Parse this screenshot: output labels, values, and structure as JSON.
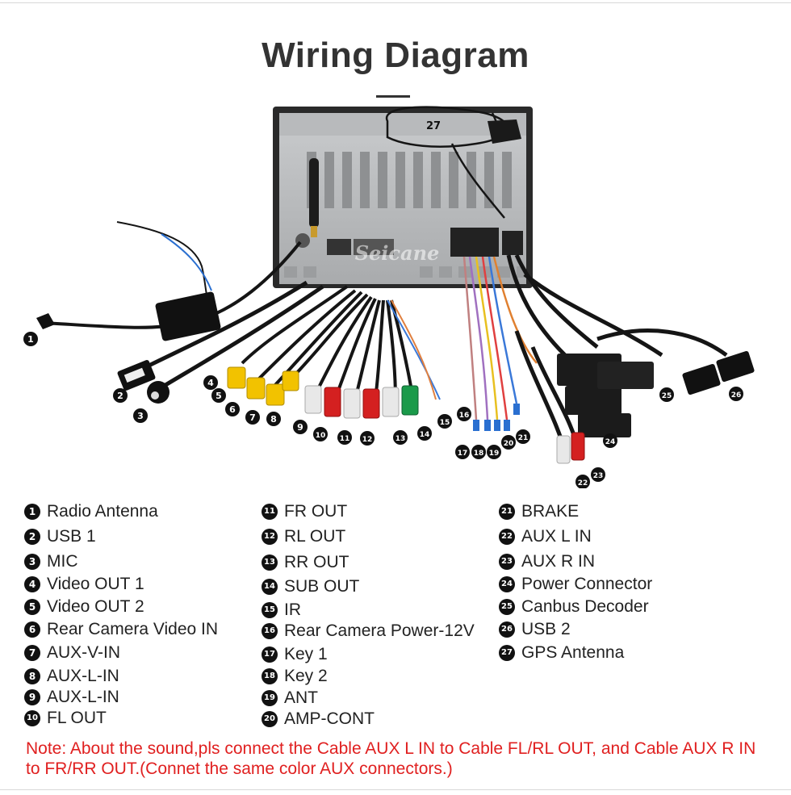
{
  "title": "Wiring Diagram",
  "brand_watermark": "Seicane",
  "diagram": {
    "callouts": [
      "1",
      "2",
      "3",
      "4",
      "5",
      "6",
      "7",
      "8",
      "9",
      "10",
      "11",
      "12",
      "13",
      "14",
      "15",
      "16",
      "17",
      "18",
      "19",
      "20",
      "21",
      "22",
      "23",
      "24",
      "25",
      "26",
      "27"
    ]
  },
  "legend": {
    "col1": [
      {
        "num": "1",
        "label": "Radio Antenna"
      },
      {
        "num": "2",
        "label": "USB 1"
      },
      {
        "num": "3",
        "label": "MIC"
      },
      {
        "num": "4",
        "label": "Video OUT 1"
      },
      {
        "num": "5",
        "label": "Video OUT 2"
      },
      {
        "num": "6",
        "label": "Rear Camera Video IN"
      },
      {
        "num": "7",
        "label": "AUX-V-IN"
      },
      {
        "num": "8",
        "label": "AUX-L-IN"
      },
      {
        "num": "9",
        "label": "AUX-L-IN"
      },
      {
        "num": "10",
        "label": "FL OUT"
      }
    ],
    "col2": [
      {
        "num": "11",
        "label": "FR OUT"
      },
      {
        "num": "12",
        "label": "RL OUT"
      },
      {
        "num": "13",
        "label": "RR OUT"
      },
      {
        "num": "14",
        "label": "SUB OUT"
      },
      {
        "num": "15",
        "label": "IR"
      },
      {
        "num": "16",
        "label": "Rear Camera Power-12V"
      },
      {
        "num": "17",
        "label": "Key 1"
      },
      {
        "num": "18",
        "label": "Key 2"
      },
      {
        "num": "19",
        "label": "ANT"
      },
      {
        "num": "20",
        "label": "AMP-CONT"
      }
    ],
    "col3": [
      {
        "num": "21",
        "label": "BRAKE"
      },
      {
        "num": "22",
        "label": "AUX L IN"
      },
      {
        "num": "23",
        "label": "AUX R IN"
      },
      {
        "num": "24",
        "label": "Power Connector"
      },
      {
        "num": "25",
        "label": "Canbus Decoder"
      },
      {
        "num": "26",
        "label": "USB  2"
      },
      {
        "num": "27",
        "label": "GPS  Antenna"
      }
    ]
  },
  "note": "Note: About the sound,pls connect the Cable AUX L IN to Cable FL/RL OUT, and Cable AUX R IN to  FR/RR OUT.(Connet the same color AUX connectors.)",
  "colors": {
    "note_red": "#e02020",
    "rca_yellow": "#f2c200",
    "rca_red": "#d42020",
    "rca_white": "#e8e8e8",
    "rca_green": "#1a9a4a",
    "cable_black": "#151515"
  }
}
